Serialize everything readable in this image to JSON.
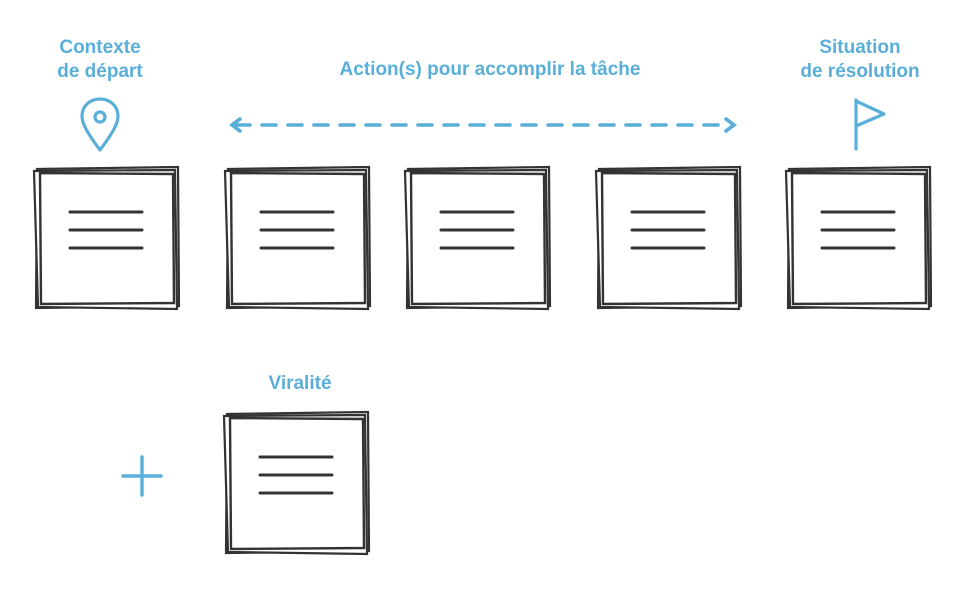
{
  "labels": {
    "start_line1": "Contexte",
    "start_line2": "de départ",
    "actions": "Action(s) pour accomplir la tâche",
    "end_line1": "Situation",
    "end_line2": "de résolution",
    "virality": "Viralité"
  },
  "icons": {
    "start": "map-pin-icon",
    "end": "flag-icon",
    "arrow": "double-arrow-dashed",
    "add": "plus-icon"
  },
  "colors": {
    "accent": "#5aafd9",
    "ink": "#333333"
  },
  "cards": [
    {
      "role": "start"
    },
    {
      "role": "action"
    },
    {
      "role": "action"
    },
    {
      "role": "action"
    },
    {
      "role": "end"
    },
    {
      "role": "virality"
    }
  ]
}
